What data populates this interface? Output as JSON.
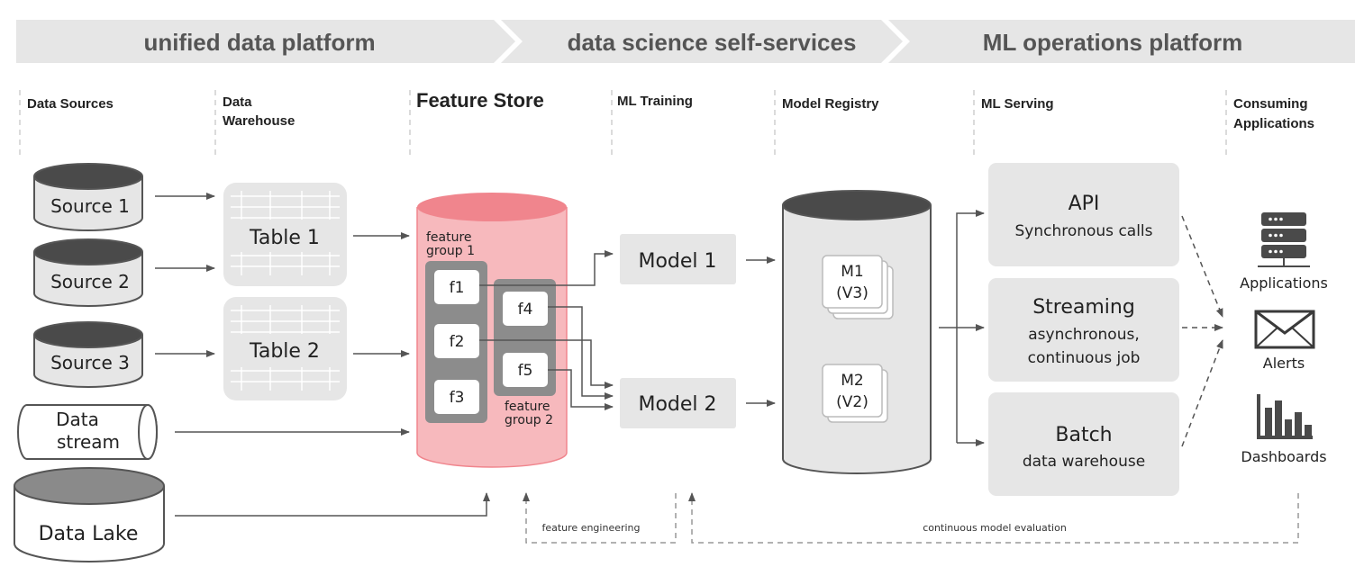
{
  "banner": {
    "stage1": "unified data platform",
    "stage2": "data science self-services",
    "stage3": "ML operations platform"
  },
  "columns": {
    "data_sources": "Data Sources",
    "data_warehouse_1": "Data",
    "data_warehouse_2": "Warehouse",
    "feature_store": "Feature Store",
    "ml_training": "ML Training",
    "model_registry": "Model Registry",
    "ml_serving": "ML Serving",
    "consuming_1": "Consuming",
    "consuming_2": "Applications"
  },
  "sources": {
    "source1": "Source 1",
    "source2": "Source 2",
    "source3": "Source 3",
    "stream_1": "Data",
    "stream_2": "stream",
    "lake": "Data Lake"
  },
  "warehouse": {
    "table1": "Table 1",
    "table2": "Table 2"
  },
  "feature_store": {
    "group1_line1": "feature",
    "group1_line2": "group 1",
    "group2_line1": "feature",
    "group2_line2": "group 2",
    "f1": "f1",
    "f2": "f2",
    "f3": "f3",
    "f4": "f4",
    "f5": "f5"
  },
  "training": {
    "model1": "Model 1",
    "model2": "Model 2"
  },
  "registry": {
    "m1_line1": "M1",
    "m1_line2": "(V3)",
    "m2_line1": "M2",
    "m2_line2": "(V2)"
  },
  "serving": {
    "api_title": "API",
    "api_sub": "Synchronous calls",
    "streaming_title": "Streaming",
    "streaming_sub1": "asynchronous,",
    "streaming_sub2": "continuous job",
    "batch_title": "Batch",
    "batch_sub": "data warehouse"
  },
  "consumers": {
    "applications": "Applications",
    "alerts": "Alerts",
    "dashboards": "Dashboards"
  },
  "feedback": {
    "feature_engineering": "feature engineering",
    "continuous_eval": "continuous model evaluation"
  },
  "colors": {
    "banner_bg": "#e6e6e6",
    "box_bg": "#e6e6e6",
    "cylinder_top": "#4a4a4a",
    "feature_store_fill": "#f7b9bd",
    "feature_store_top": "#f0858d",
    "group_bg": "#8c8c8c",
    "arrow": "#555555"
  }
}
